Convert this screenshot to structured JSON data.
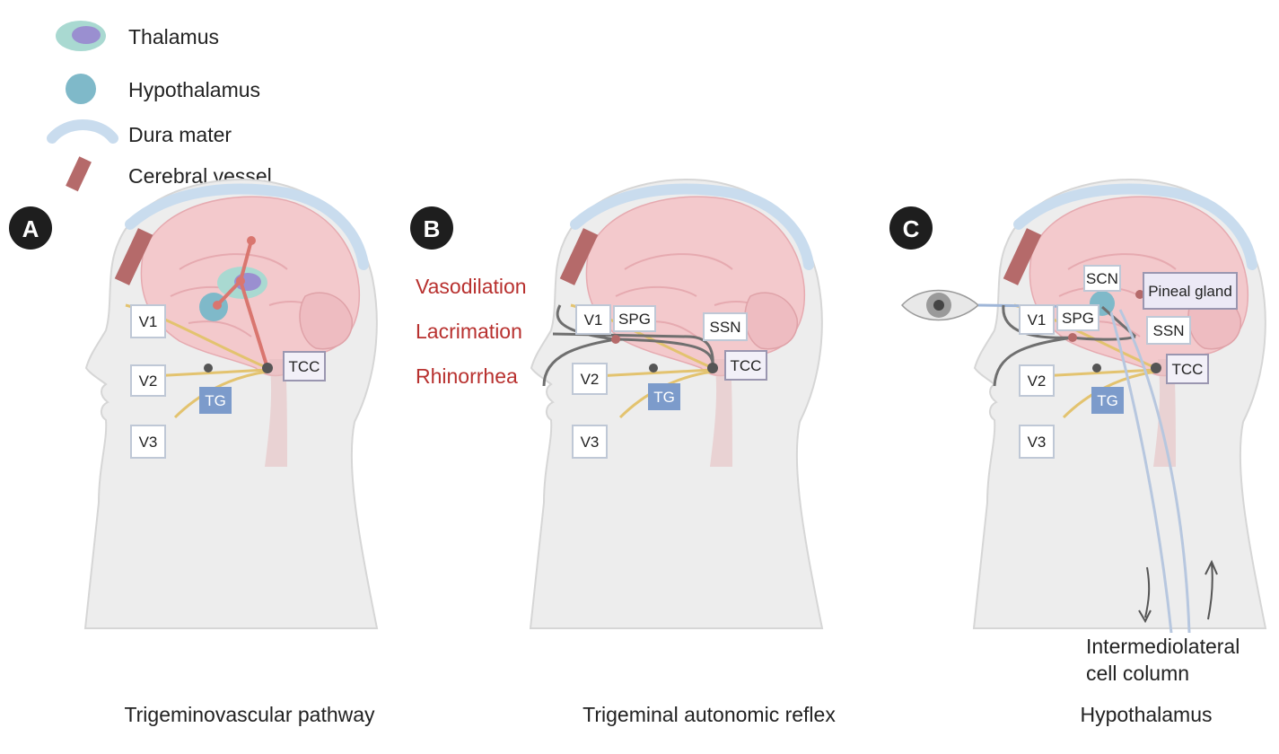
{
  "legend": {
    "thalamus": "Thalamus",
    "hypothalamus": "Hypothalamus",
    "dura_mater": "Dura mater",
    "cerebral_vessel": "Cerebral vessel"
  },
  "panel_a": {
    "badge": "A",
    "caption": "Trigeminovascular pathway",
    "v1": "V1",
    "v2": "V2",
    "v3": "V3",
    "tg": "TG",
    "tcc": "TCC"
  },
  "panel_b": {
    "badge": "B",
    "caption": "Trigeminal autonomic reflex",
    "effects": [
      "Vasodilation",
      "Lacrimation",
      "Rhinorrhea"
    ],
    "v1": "V1",
    "v2": "V2",
    "v3": "V3",
    "tg": "TG",
    "tcc": "TCC",
    "spg": "SPG",
    "ssn": "SSN"
  },
  "panel_c": {
    "badge": "C",
    "caption": "Hypothalamus",
    "v1": "V1",
    "v2": "V2",
    "v3": "V3",
    "tg": "TG",
    "tcc": "TCC",
    "spg": "SPG",
    "ssn": "SSN",
    "scn": "SCN",
    "pineal": "Pineal gland",
    "iml_line1": "Intermediolateral",
    "iml_line2": "cell column"
  },
  "colors": {
    "head": "#ededed",
    "brain": "#f3c9cc",
    "dura": "#c9dcee",
    "nerve": "#e3c36f",
    "pathway": "#d9766f",
    "autonomic": "#6f6f6f",
    "tg_box": "#7c9bcb",
    "effect_text": "#b8312f",
    "badge": "#1e1e1e"
  }
}
